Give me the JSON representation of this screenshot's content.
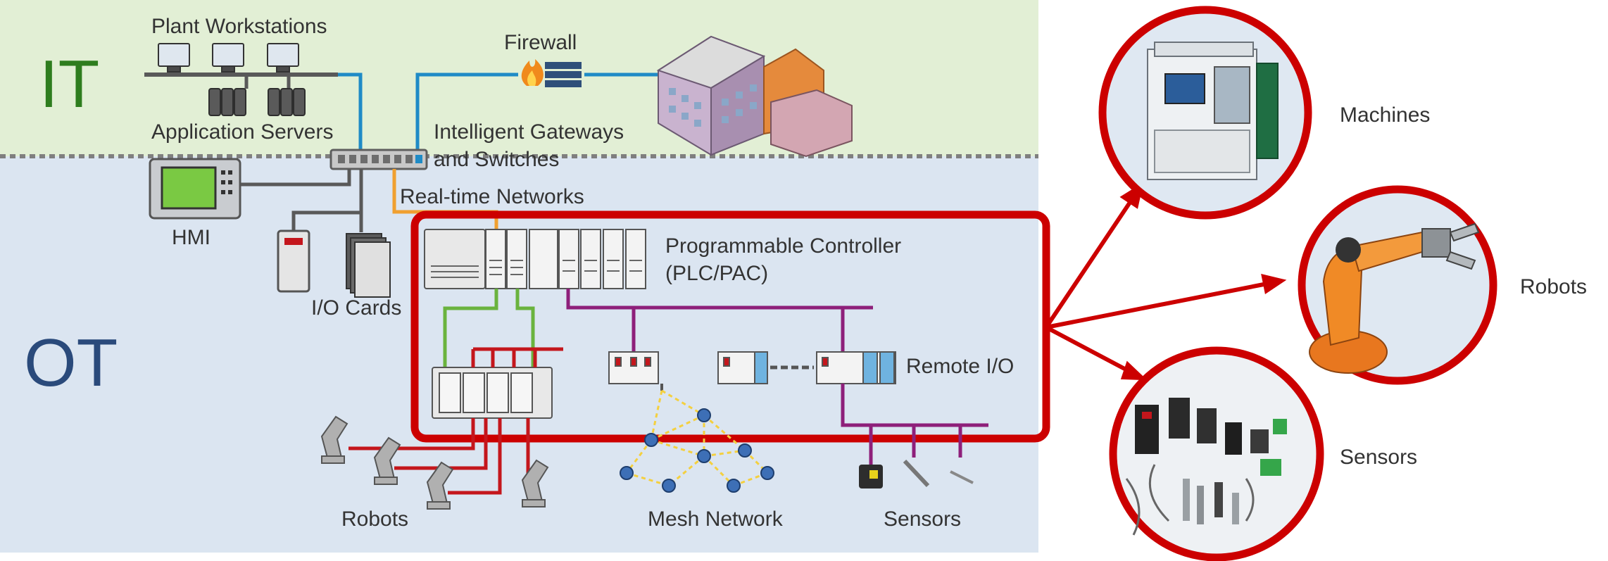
{
  "zones": {
    "it": {
      "label": "IT",
      "color": "#2e7d1e",
      "background": "#e2efd5"
    },
    "ot": {
      "label": "OT",
      "color": "#2a4a7b",
      "background": "#dbe5f1"
    }
  },
  "labels": {
    "plant_workstations": "Plant Workstations",
    "application_servers": "Application Servers",
    "firewall": "Firewall",
    "gateways_line1": "Intelligent Gateways",
    "gateways_line2": "and Switches",
    "hmi": "HMI",
    "realtime_networks": "Real-time Networks",
    "io_cards": "I/O Cards",
    "plc_line1": "Programmable Controller",
    "plc_line2": "(PLC/PAC)",
    "remote_io": "Remote I/O",
    "robots": "Robots",
    "mesh_network": "Mesh Network",
    "sensors": "Sensors"
  },
  "callouts": [
    {
      "label": "Machines",
      "icon": "machine-icon"
    },
    {
      "label": "Robots",
      "icon": "robot-arm-icon"
    },
    {
      "label": "Sensors",
      "icon": "sensors-icon"
    }
  ],
  "colors": {
    "highlight": "#cc0000",
    "link_blue": "#1f8bc6",
    "link_gray": "#595959",
    "link_orange": "#f0a030",
    "link_green": "#6ab33e",
    "link_purple": "#8e1f7a",
    "link_red": "#c4161c",
    "mesh_yellow": "#f4d03f"
  }
}
